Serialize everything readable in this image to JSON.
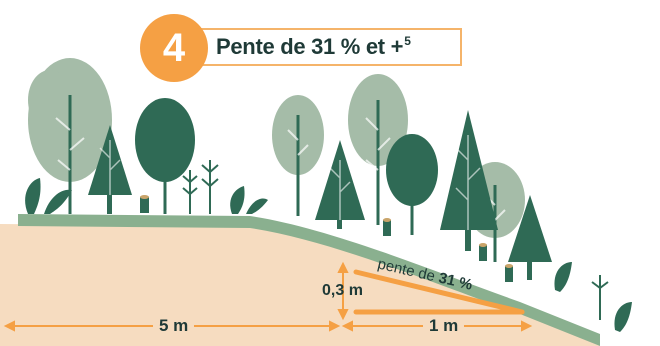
{
  "step": {
    "number": "4",
    "title": "Pente de 31 % et +",
    "footnote": "5"
  },
  "diagram": {
    "slope_label_prefix": "pente de ",
    "slope_label_value": "31 %",
    "rise": "0,3 m",
    "run": "1 m",
    "horizontal_distance": "5 m"
  },
  "colors": {
    "orange": "#f5a044",
    "ground": "#f6dcc0",
    "grass": "#8ab08f",
    "tree_dark": "#2f6a55",
    "tree_light": "#a5bca8",
    "text": "#1f3a37",
    "stump": "#c9a46a"
  }
}
